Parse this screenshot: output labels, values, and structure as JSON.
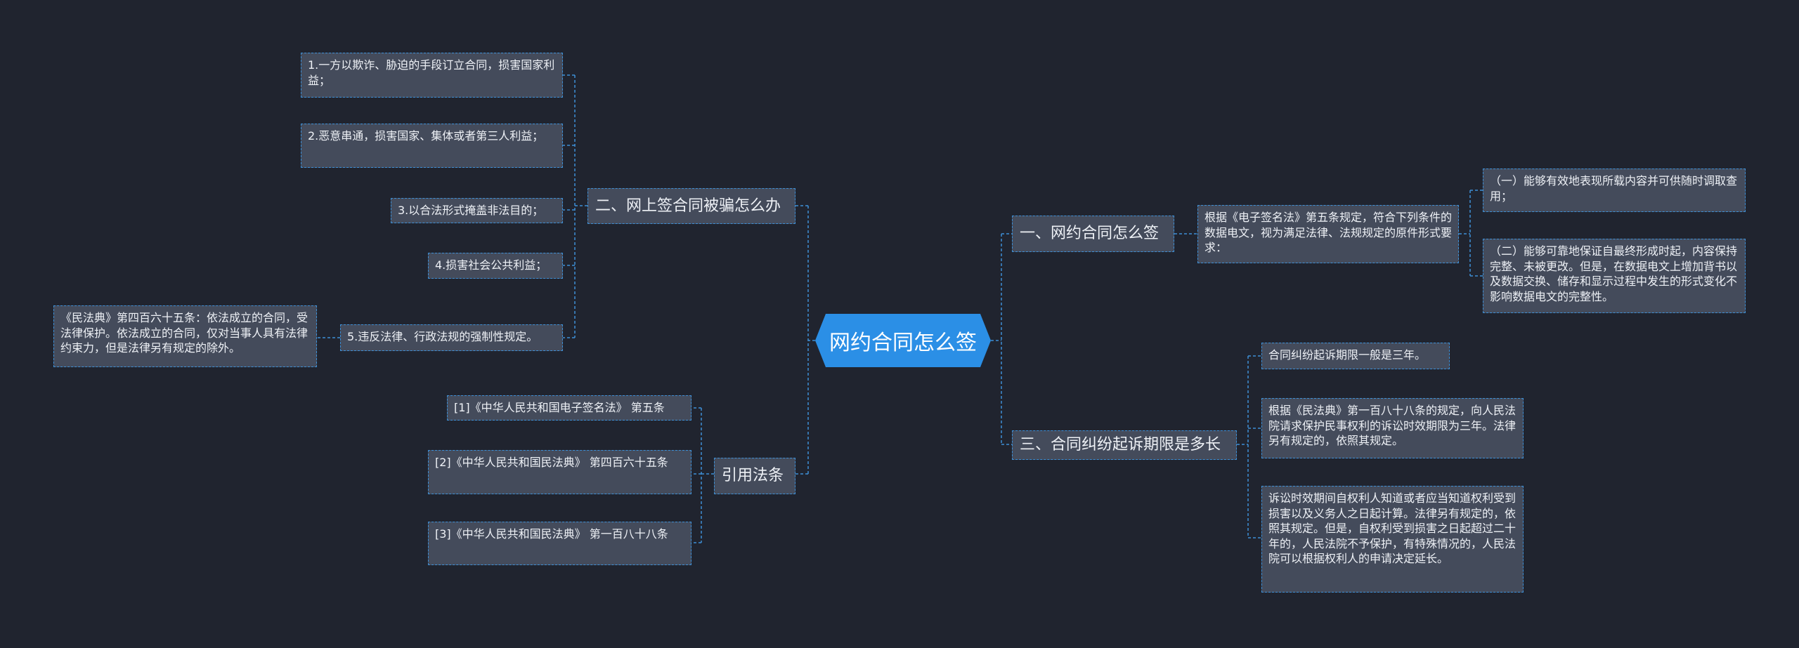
{
  "root": {
    "label": "网约合同怎么签"
  },
  "branches": {
    "sign": {
      "label": "一、网约合同怎么签",
      "detail": "根据《电子签名法》第五条规定，符合下列条件的数据电文，视为满足法律、法规规定的原件形式要求：",
      "items": [
        "（一）能够有效地表现所载内容并可供随时调取查用；",
        "（二）能够可靠地保证自最终形成时起，内容保持完整、未被更改。但是，在数据电文上增加背书以及数据交换、储存和显示过程中发生的形式变化不影响数据电文的完整性。"
      ]
    },
    "fraud": {
      "label": "二、网上签合同被骗怎么办",
      "items": [
        "1.一方以欺诈、胁迫的手段订立合同，损害国家利益；",
        "2.恶意串通，损害国家、集体或者第三人利益；",
        "3.以合法形式掩盖非法目的；",
        "4.损害社会公共利益；",
        "5.违反法律、行政法规的强制性规定。"
      ],
      "note": "《民法典》第四百六十五条：依法成立的合同，受法律保护。依法成立的合同，仅对当事人具有法律约束力，但是法律另有规定的除外。"
    },
    "limit": {
      "label": "三、合同纠纷起诉期限是多长",
      "items": [
        "合同纠纷起诉期限一般是三年。",
        "根据《民法典》第一百八十八条的规定，向人民法院请求保护民事权利的诉讼时效期限为三年。法律另有规定的，依照其规定。",
        "诉讼时效期间自权利人知道或者应当知道权利受到损害以及义务人之日起计算。法律另有规定的，依照其规定。但是，自权利受到损害之日起超过二十年的，人民法院不予保护，有特殊情况的，人民法院可以根据权利人的申请决定延长。"
      ]
    },
    "refs": {
      "label": "引用法条",
      "items": [
        "[1]《中华人民共和国电子签名法》 第五条",
        "[2]《中华人民共和国民法典》 第四百六十五条",
        "[3]《中华人民共和国民法典》 第一百八十八条"
      ]
    }
  },
  "colors": {
    "background": "#20242f",
    "root": "#2b8fe6",
    "node": "#444b5b",
    "link": "#3d8fd6",
    "text": "#eef1f6"
  }
}
